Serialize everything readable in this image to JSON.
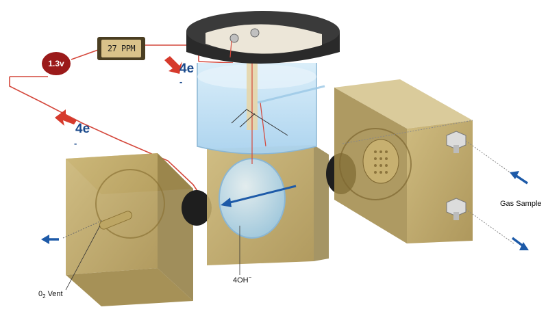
{
  "labels": {
    "voltage": "1.3v",
    "meter_reading": "27 PPM",
    "electrons_top": "4e",
    "electrons_left": "4e",
    "minus": "-",
    "gas_sample": "Gas Sample",
    "hydroxide_main": "4OH",
    "hydroxide_charge": "−",
    "o2_prefix": "0",
    "o2_sub": "2",
    "o2_suffix": "Vent"
  },
  "colors": {
    "wire": "#d4463a",
    "electron_arrow": "#d63a2c",
    "electron_text": "#1b4a8c",
    "flow_arrow": "#1d5aa8",
    "block_face": "#b79f5e",
    "block_top": "#d4c28a",
    "block_side": "#8f7a3e",
    "electrolyte": "#bfe0f4",
    "lid": "#2a2a2a",
    "voltage_badge": "#9b1a1a",
    "meter_display": "#d9c28a"
  },
  "icons": {
    "left_flow_arrow": "arrow-left-icon",
    "gas_in_arrow": "arrow-inward-icon",
    "gas_out_arrow": "arrow-outward-icon",
    "electron_arrow": "arrow-red-icon"
  }
}
